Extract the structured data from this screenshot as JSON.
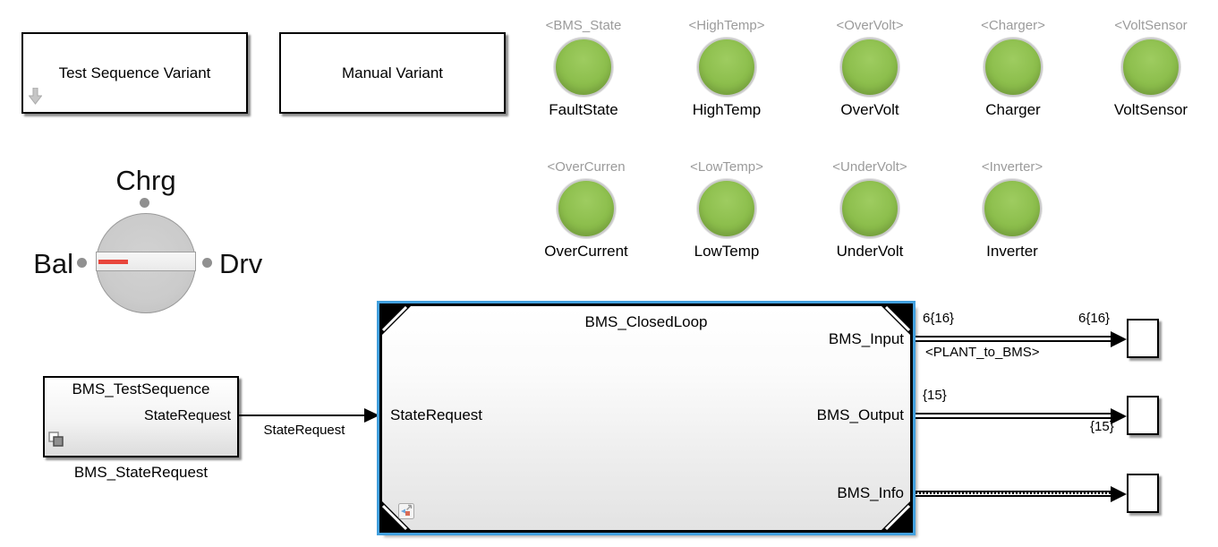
{
  "variant_blocks": [
    {
      "label": "Test Sequence Variant"
    },
    {
      "label": "Manual Variant"
    }
  ],
  "lamps": {
    "row1": [
      {
        "tag": "<BMS_State",
        "name": "FaultState"
      },
      {
        "tag": "<HighTemp>",
        "name": "HighTemp"
      },
      {
        "tag": "<OverVolt>",
        "name": "OverVolt"
      },
      {
        "tag": "<Charger>",
        "name": "Charger"
      },
      {
        "tag": "<VoltSensor",
        "name": "VoltSensor"
      }
    ],
    "row2": [
      {
        "tag": "<OverCurren",
        "name": "OverCurrent"
      },
      {
        "tag": "<LowTemp>",
        "name": "LowTemp"
      },
      {
        "tag": "<UnderVolt>",
        "name": "UnderVolt"
      },
      {
        "tag": "<Inverter>",
        "name": "Inverter"
      }
    ]
  },
  "rotary_switch": {
    "top_label": "Chrg",
    "left_label": "Bal",
    "right_label": "Drv"
  },
  "test_sequence": {
    "title": "BMS_TestSequence",
    "port_label": "StateRequest",
    "caption": "BMS_StateRequest"
  },
  "closed_loop": {
    "title": "BMS_ClosedLoop",
    "input_port": "StateRequest",
    "output_ports": [
      "BMS_Input",
      "BMS_Output",
      "BMS_Info"
    ]
  },
  "signals": {
    "state_request": "StateRequest",
    "input_width_left": "6{16}",
    "input_width_right": "6{16}",
    "input_bus_name": "<PLANT_to_BMS>",
    "output_width_left": "{15}",
    "output_width_right": "{15}"
  },
  "colors": {
    "lamp_green": "#8cbe4c",
    "selection_blue": "#42a0de",
    "tag_gray": "#9b9b9b",
    "knob_red": "#e8463c"
  }
}
